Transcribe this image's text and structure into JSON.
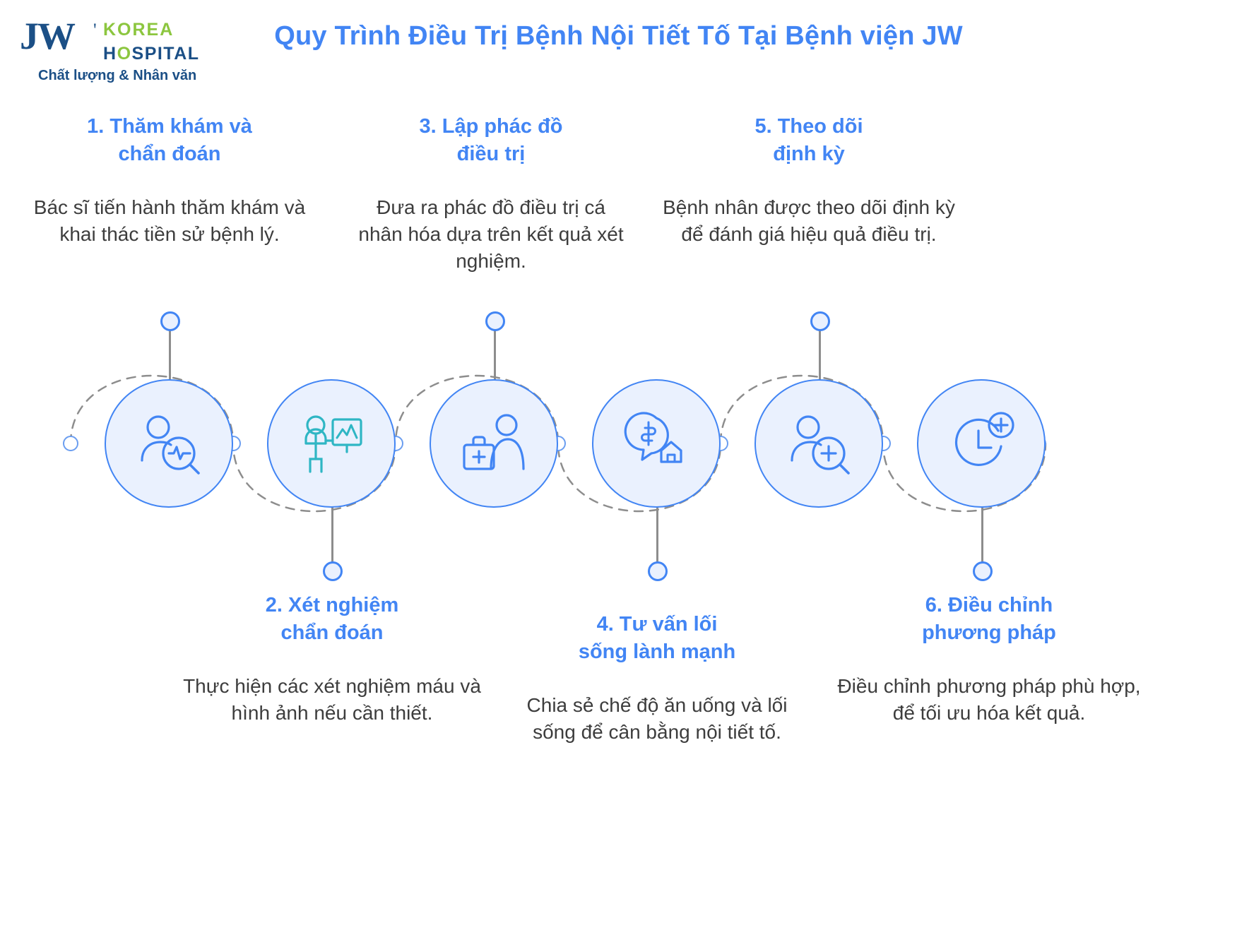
{
  "brand": {
    "jw": "JW",
    "apostrophe": "'",
    "korea": "KOREA",
    "hospital_pre": "H",
    "hospital_o": "O",
    "hospital_post": "SPITAL",
    "tagline": "Chất lượng & Nhân văn"
  },
  "header": {
    "title": "Quy Trình Điều Trị Bệnh Nội Tiết Tố Tại Bệnh viện JW"
  },
  "colors": {
    "accent_blue": "#4285f4",
    "bubble_fill": "#eaf1fe",
    "brand_navy": "#1b4f86",
    "brand_green": "#8cc63f",
    "body_text": "#3d3d3d",
    "stem_gray": "#8d8d8d",
    "icon_teal": "#2fb6c4"
  },
  "steps": [
    {
      "number": "1",
      "title": "1. Thăm khám và\nchẩn đoán",
      "title_line1": "1. Thăm khám và",
      "title_line2": "chẩn đoán",
      "body": "Bác sĩ tiến hành thăm khám và khai thác tiền sử bệnh lý.",
      "icon": "patient-diagnosis-icon",
      "position": "top"
    },
    {
      "number": "2",
      "title": "2. Xét nghiệm\nchẩn đoán",
      "title_line1": "2. Xét nghiệm",
      "title_line2": "chẩn đoán",
      "body": "Thực hiện các xét nghiệm máu và hình ảnh nếu cần thiết.",
      "icon": "doctor-presentation-board-icon",
      "position": "bottom"
    },
    {
      "number": "3",
      "title": "3. Lập phác đồ\nđiều trị",
      "title_line1": "3. Lập phác đồ",
      "title_line2": "điều trị",
      "body": "Đưa ra phác đồ điều trị cá nhân hóa dựa trên kết quả xét nghiệm.",
      "icon": "medical-kit-patient-icon",
      "position": "top"
    },
    {
      "number": "4",
      "title": "4. Tư vấn lối\nsống lành mạnh",
      "title_line1": "4. Tư vấn lối",
      "title_line2": "sống lành mạnh",
      "body": "Chia sẻ chế độ ăn uống và lối sống để cân bằng nội tiết tố.",
      "icon": "cost-home-care-icon",
      "position": "bottom"
    },
    {
      "number": "5",
      "title": "5. Theo dõi\nđịnh kỳ",
      "title_line1": "5. Theo dõi",
      "title_line2": "định kỳ",
      "body": "Bệnh nhân được theo dõi định kỳ để đánh giá hiệu quả điều trị.",
      "icon": "patient-monitoring-icon",
      "position": "top"
    },
    {
      "number": "6",
      "title": "6. Điều chỉnh\nphương pháp",
      "title_line1": "6. Điều chỉnh",
      "title_line2": "phương pháp",
      "body": "Điều chỉnh phương pháp phù hợp, để tối ưu hóa kết quả.",
      "icon": "clock-plus-adjust-icon",
      "position": "bottom"
    }
  ]
}
